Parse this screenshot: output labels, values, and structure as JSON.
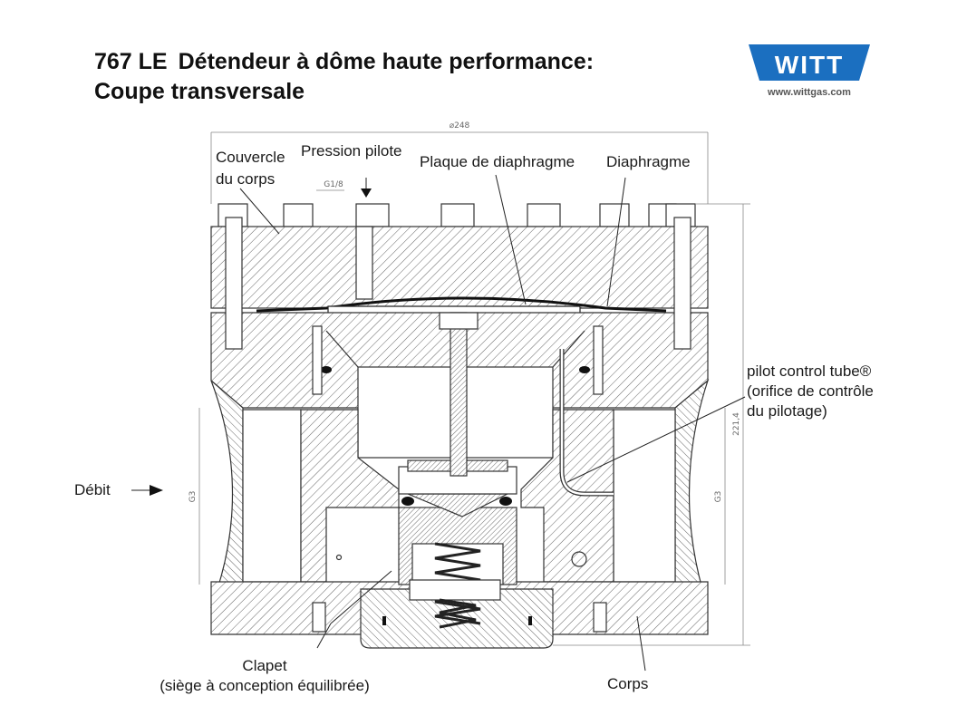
{
  "header": {
    "model": "767 LE",
    "title_line1": "Détendeur à dôme haute performance:",
    "title_line2": "Coupe transversale"
  },
  "logo": {
    "brand": "WITT",
    "url": "www.wittgas.com",
    "color": "#1b6fc0"
  },
  "labels": {
    "body_cover_line1": "Couvercle",
    "body_cover_line2": "du corps",
    "pilot_pressure": "Pression pilote",
    "diaphragm_plate": "Plaque de diaphragme",
    "diaphragm": "Diaphragme",
    "pilot_tube_line1": "pilot control tube®",
    "pilot_tube_line2": "(orifice de contrôle",
    "pilot_tube_line3": "du pilotage)",
    "flow": "Débit",
    "valve_line1": "Clapet",
    "valve_line2": "(siège à conception équilibrée)",
    "body": "Corps"
  },
  "dimensions": {
    "diameter": "⌀248",
    "pilot_port": "G1/8",
    "port_left": "G3",
    "port_right": "G3",
    "height": "221,4"
  }
}
